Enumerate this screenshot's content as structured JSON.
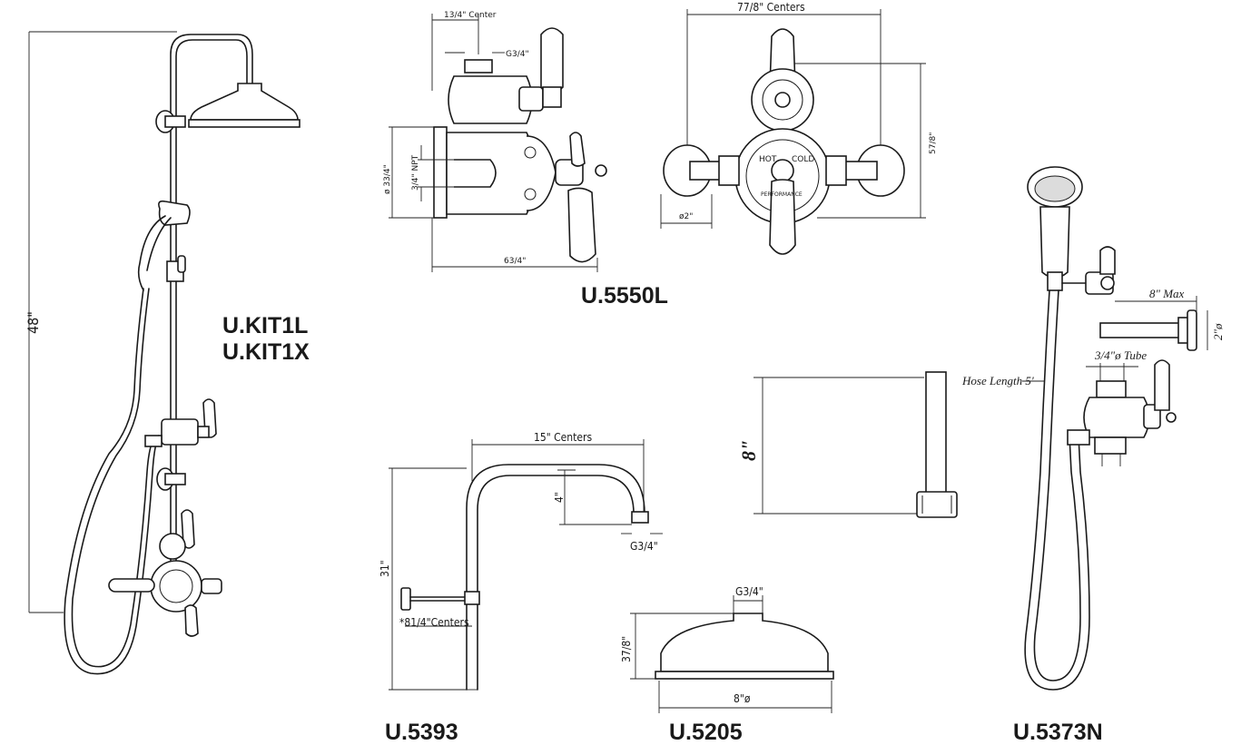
{
  "product_labels": {
    "kit": [
      "U.KIT1L",
      "U.KIT1X"
    ],
    "valve": "U.5550L",
    "riser": "U.5393",
    "head": "U.5205",
    "handshower": "U.5373N"
  },
  "dimensions": {
    "kit_height": "48\"",
    "valve_center": "13/4\" Center",
    "valve_thread": "G3/4\"",
    "valve_diameter": "ø 33/4\"",
    "valve_npt": "3/4\" NPT",
    "valve_depth": "63/4\"",
    "valve_centers": "77/8\" Centers",
    "valve_height": "57/8\"",
    "valve_outlet": "ø2\"",
    "riser_centers": "15\" Centers",
    "riser_drop": "4\"",
    "riser_thread": "G3/4\"",
    "riser_height": "31\"",
    "riser_offset": "*81/4\"Centers",
    "extension_length": "8\"",
    "head_thread": "G3/4\"",
    "head_height": "37/8\"",
    "head_diameter": "8\"ø",
    "arm_max": "8\" Max",
    "arm_flange": "2\"ø",
    "tube": "3/4\"ø Tube",
    "hose_length": "Hose Length 5'"
  },
  "valve_markings": [
    "HOT",
    "COLD",
    "PERFORMANCE"
  ]
}
